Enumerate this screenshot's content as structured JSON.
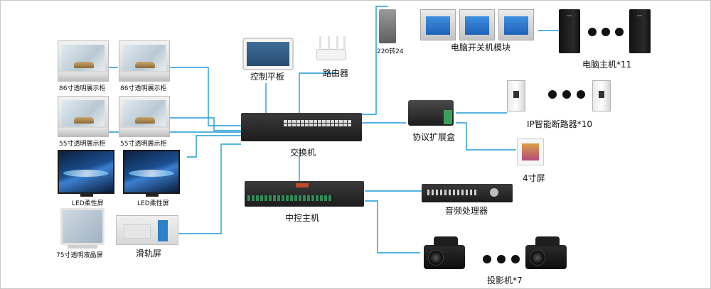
{
  "diagram": {
    "switch": "交换机",
    "central_host": "中控主机",
    "control_panel": "控制平板",
    "router": "路由器",
    "power_label": "220转24",
    "pc_switch_module": "电脑开关机模块",
    "pc_hosts": "电脑主机*11",
    "protocol_box": "协议扩展盒",
    "ip_breakers": "IP智能断路器*10",
    "touch_screen": "4寸屏",
    "audio_processor": "音频处理器",
    "projectors": "投影机*7",
    "cabinet_86a": "86寸透明展示柜",
    "cabinet_86b": "86寸透明展示柜",
    "cabinet_55a": "55寸透明展示柜",
    "cabinet_55b": "55寸透明展示柜",
    "led_a": "LED柔性屏",
    "led_b": "LED柔性屏",
    "lcd_75": "75寸透明液晶屏",
    "slide_screen": "滑轨屏"
  },
  "colors": {
    "wire": "#1e9bd7"
  }
}
